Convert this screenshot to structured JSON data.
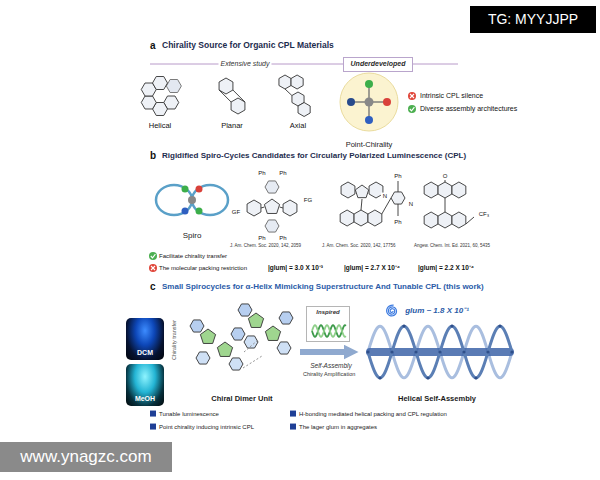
{
  "diagram": {
    "nodes": [
      {
        "text": [
          "TG: MYYJJPP"
        ]
      },
      {
        "text": [
          "Underdeveloped"
        ]
      },
      {
        "text": [
          "Point-Chirality"
        ]
      },
      {
        "text": [
          "Spiro"
        ]
      },
      {
        "text": [
          "DCM"
        ]
      },
      {
        "text": [
          "MeOH"
        ]
      },
      {
        "text": [
          "Chiral Dimer Unit"
        ]
      },
      {
        "text": [
          "Inspired"
        ]
      },
      {
        "text": [
          "glum ~ 1.8 X 10⁻¹",
          "Helical Self-Assembly"
        ]
      },
      {
        "text": [
          "www.ynagzc.com"
        ]
      }
    ],
    "edges": [
      {
        "from": 6,
        "to": 8,
        "arrow": "to",
        "label": "Self-Assembly"
      }
    ],
    "labels": [
      "a",
      "Chirality Source for Organic CPL Materials",
      "Extensive study",
      "Helical",
      "Planar",
      "Axial",
      "Intrinsic CPL silence",
      "Diverse assembly architectures",
      "b",
      "Rigidified Spiro-Cycles Candidates for Circularly Polarized Luminescence (CPL)",
      "Ph",
      "Ph",
      "GF",
      "FG",
      "Ph",
      "Ph",
      "Ph",
      "N",
      "N",
      "Ph",
      "O",
      "CF₃",
      "J. Am. Chem. Soc. 2020, 142, 2059",
      "J. Am. Chem. Soc. 2020, 142, 17756",
      "Angew. Chem. Int. Ed. 2021, 60, 5435",
      "Facilitate chirality transfer",
      "The molecular packing restriction",
      "|glum| = 3.0 X 10⁻³",
      "|glum| = 2.7 X 10⁻⁴",
      "|glum| = 2.2 X 10⁻⁴",
      "c",
      "Small Spirocycles for α-Helix Mimicking Superstructure And Tunable CPL (this work)",
      "Chirality transfer",
      "Chirality Amplification"
    ],
    "legend": [
      {
        "text": "Tunable luminescence",
        "color": "#1f3f96"
      },
      {
        "text": "H-bonding mediated helical packing and CPL regulation",
        "color": "#1f3f96"
      },
      {
        "text": "Point chirality inducing intrinsic CPL",
        "color": "#1f3f96"
      },
      {
        "text": "The lager glum in aggregates",
        "color": "#1f3f96"
      }
    ]
  }
}
